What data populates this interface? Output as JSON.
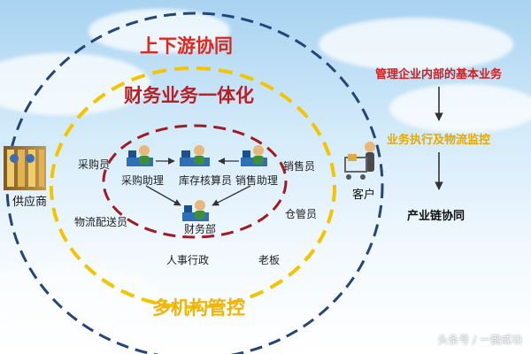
{
  "titles": {
    "outer": "上下游协同",
    "middle": "财务业务一体化",
    "bottom": "多机构管控"
  },
  "parties": {
    "supplier": "供应商",
    "customer": "客户"
  },
  "outer_roles": {
    "purchaser": "采购员",
    "logistics": "物流配送员",
    "sales": "销售员",
    "warehouse": "仓管员",
    "hr": "人事行政",
    "boss": "老板"
  },
  "inner_nodes": {
    "purchase_assistant": "采购助理",
    "inventory_accountant": "库存核算员",
    "sales_assistant": "销售助理",
    "finance_dept": "财务部"
  },
  "right_flow": {
    "step1": "管理企业内部的基本业务",
    "step2": "业务执行及物流监控",
    "step3": "产业链协同"
  },
  "watermark": "头条号 / 一键成功",
  "colors": {
    "outer_ring": "#24457a",
    "middle_ring": "#f5c400",
    "inner_ring": "#a01c22",
    "title_red": "#e1261c",
    "title_yellow": "#f4b300"
  }
}
